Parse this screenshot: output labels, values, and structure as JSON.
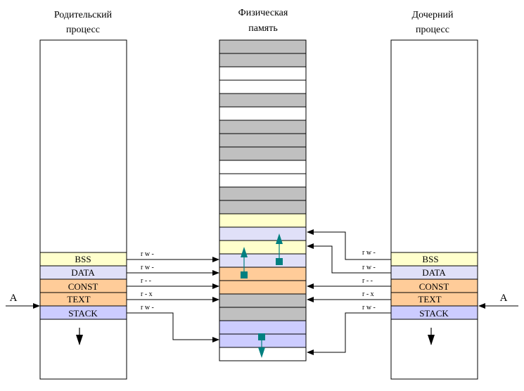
{
  "titles": {
    "parent": [
      "Родительский",
      "процесс"
    ],
    "memory": [
      "Физическая",
      "память"
    ],
    "child": [
      "Дочерний",
      "процесс"
    ]
  },
  "segments": [
    {
      "id": "bss",
      "label": "BSS",
      "color": "#ffffcc",
      "perm_parent": "r w -",
      "perm_child": "r w -"
    },
    {
      "id": "data",
      "label": "DATA",
      "color": "#e0e0f8",
      "perm_parent": "r w -",
      "perm_child": "r w -"
    },
    {
      "id": "const",
      "label": "CONST",
      "color": "#ffcc99",
      "perm_parent": "r - -",
      "perm_child": "r - -"
    },
    {
      "id": "text",
      "label": "TEXT",
      "color": "#ffcc99",
      "perm_parent": "r - x",
      "perm_child": "r - x"
    },
    {
      "id": "stack",
      "label": "STACK",
      "color": "#ccccff",
      "perm_parent": "r w -",
      "perm_child": "r w -"
    }
  ],
  "memory_blocks": [
    "gray",
    "gray",
    "white",
    "white",
    "gray",
    "white",
    "gray",
    "gray",
    "gray",
    "white",
    "white",
    "gray",
    "gray",
    "yellow",
    "lavender",
    "yellow",
    "lavender",
    "orange",
    "orange",
    "gray",
    "gray",
    "purple",
    "purple",
    "white"
  ],
  "memory_colors": {
    "gray": "#c0c0c0",
    "white": "#ffffff",
    "yellow": "#ffffcc",
    "lavender": "#e0e0f8",
    "orange": "#ffcc99",
    "purple": "#ccccff"
  },
  "entry_label_left": "A",
  "entry_label_right": "A",
  "colors": {
    "copy_marker": "#008080",
    "line": "#000000"
  }
}
